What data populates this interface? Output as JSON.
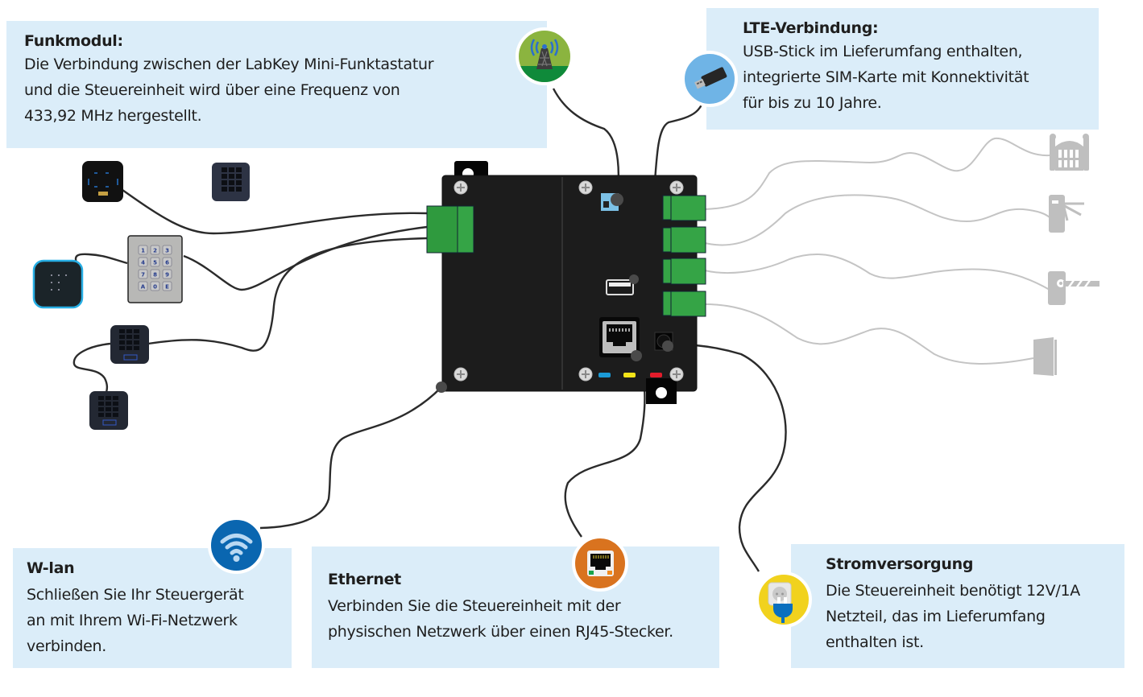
{
  "boxes": {
    "funkmodul": {
      "title": "Funkmodul:",
      "lines": [
        "Die Verbindung zwischen der LabKey Mini-Funktastatur",
        "und die Steuereinheit wird über eine Frequenz von",
        "433,92 MHz hergestellt."
      ]
    },
    "lte": {
      "title": "LTE-Verbindung:",
      "lines": [
        "USB-Stick im Lieferumfang enthalten,",
        "integrierte SIM-Karte mit Konnektivität",
        "für bis zu 10 Jahre."
      ]
    },
    "wlan": {
      "title": "W-lan",
      "lines": [
        "Schließen Sie Ihr Steuergerät",
        "an mit Ihrem Wi-Fi-Netzwerk",
        "verbinden."
      ]
    },
    "ethernet": {
      "title": "Ethernet",
      "lines": [
        "Verbinden Sie die Steuereinheit mit der",
        "physischen Netzwerk über einen RJ45-Stecker."
      ]
    },
    "strom": {
      "title": "Stromversorgung",
      "lines": [
        "Die Steuereinheit benötigt 12V/1A",
        "Netzteil, das im Lieferumfang",
        "enthalten ist."
      ]
    }
  },
  "icons": {
    "radio_tower": "radio-tower-icon",
    "usb_stick": "usb-stick-icon",
    "wifi": "wifi-icon",
    "ethernet": "ethernet-port-icon",
    "power_plug": "power-plug-icon"
  },
  "devices": {
    "left": [
      "labkey-keypad-round-black",
      "labkey-keypad-dark",
      "labkey-keypad-blue-ring",
      "steel-keypad",
      "labkey-keypad-small-1",
      "labkey-keypad-small-2"
    ],
    "steel_keys": [
      "1",
      "2",
      "3",
      "4",
      "5",
      "6",
      "7",
      "8",
      "9",
      "A",
      "0",
      "E"
    ],
    "right": [
      "gate-icon",
      "turnstile-icon",
      "barrier-icon",
      "door-icon"
    ]
  },
  "colors": {
    "box_bg": "#dbedf9",
    "board": "#1c1c1c",
    "terminal_green": "#35a446",
    "wire_dark": "#2b2b2b",
    "wire_gray": "#c4c4c4",
    "tower_bg": "#8bb43f",
    "usb_bg": "#6fb4e6",
    "wifi_bg": "#0a66b0",
    "ethernet_bg": "#d9731f",
    "power_bg": "#f1d21e",
    "led_blue": "#1b9ad6",
    "led_yellow": "#f2e318",
    "led_red": "#e31c2b"
  }
}
